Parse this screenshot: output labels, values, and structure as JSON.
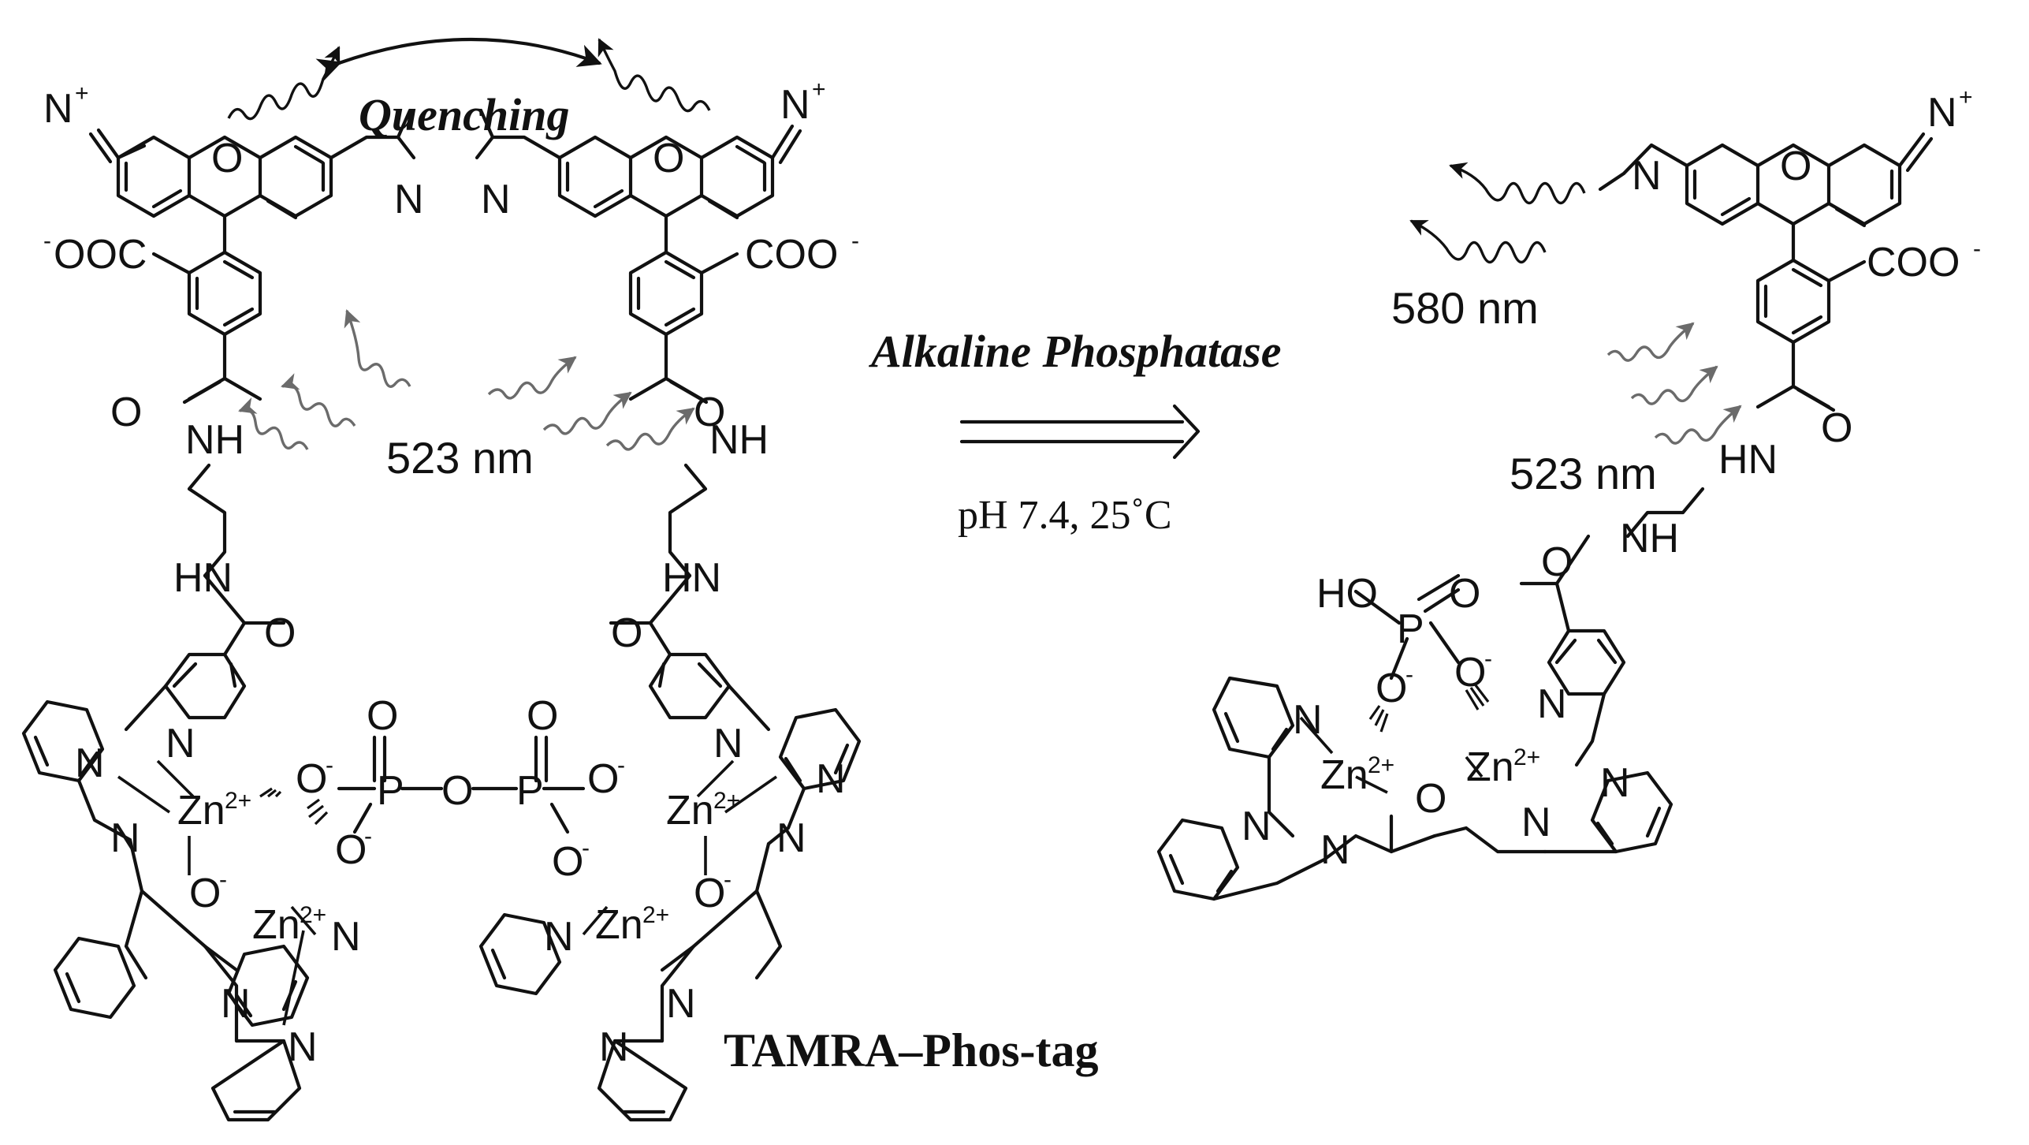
{
  "labels": {
    "quenching": "Quenching",
    "enzyme": "Alkaline Phosphatase",
    "conditions": "pH 7.4, 25˚C",
    "compound_name": "TAMRA–Phos-tag",
    "excitation_left": "523 nm",
    "excitation_right": "523 nm",
    "emission_right": "580 nm"
  },
  "atoms": {
    "n_plus": "N",
    "plus": "+",
    "o": "O",
    "n": "N",
    "nh": "NH",
    "hn": "HN",
    "p": "P",
    "zn": "Zn",
    "zn_charge": "2+",
    "o_minus": "O",
    "minus": "-",
    "coo_left": "OOC",
    "coo_right": "COO",
    "ho": "HO"
  },
  "colors": {
    "ink": "#111111",
    "excitation_wave": "#6b6b6b",
    "emission_wave": "#111111"
  }
}
